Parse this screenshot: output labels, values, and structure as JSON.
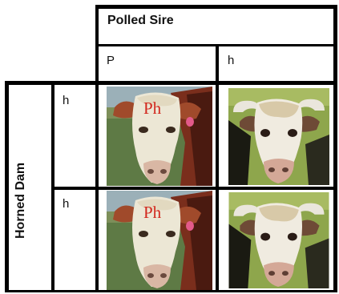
{
  "sire": {
    "title": "Polled Sire",
    "alleles": [
      "P",
      "h"
    ]
  },
  "dam": {
    "title": "Horned Dam",
    "alleles": [
      "h",
      "h"
    ]
  },
  "cells": [
    {
      "row": 0,
      "col": 0,
      "photo": "polled-hereford-bull",
      "label": "Ph"
    },
    {
      "row": 0,
      "col": 1,
      "photo": "horned-hereford-bull"
    },
    {
      "row": 1,
      "col": 0,
      "photo": "polled-hereford-bull",
      "label": "Ph"
    },
    {
      "row": 1,
      "col": 1,
      "photo": "horned-hereford-bull"
    }
  ],
  "colors": {
    "grid": "#000000",
    "label": "#d2281e"
  }
}
